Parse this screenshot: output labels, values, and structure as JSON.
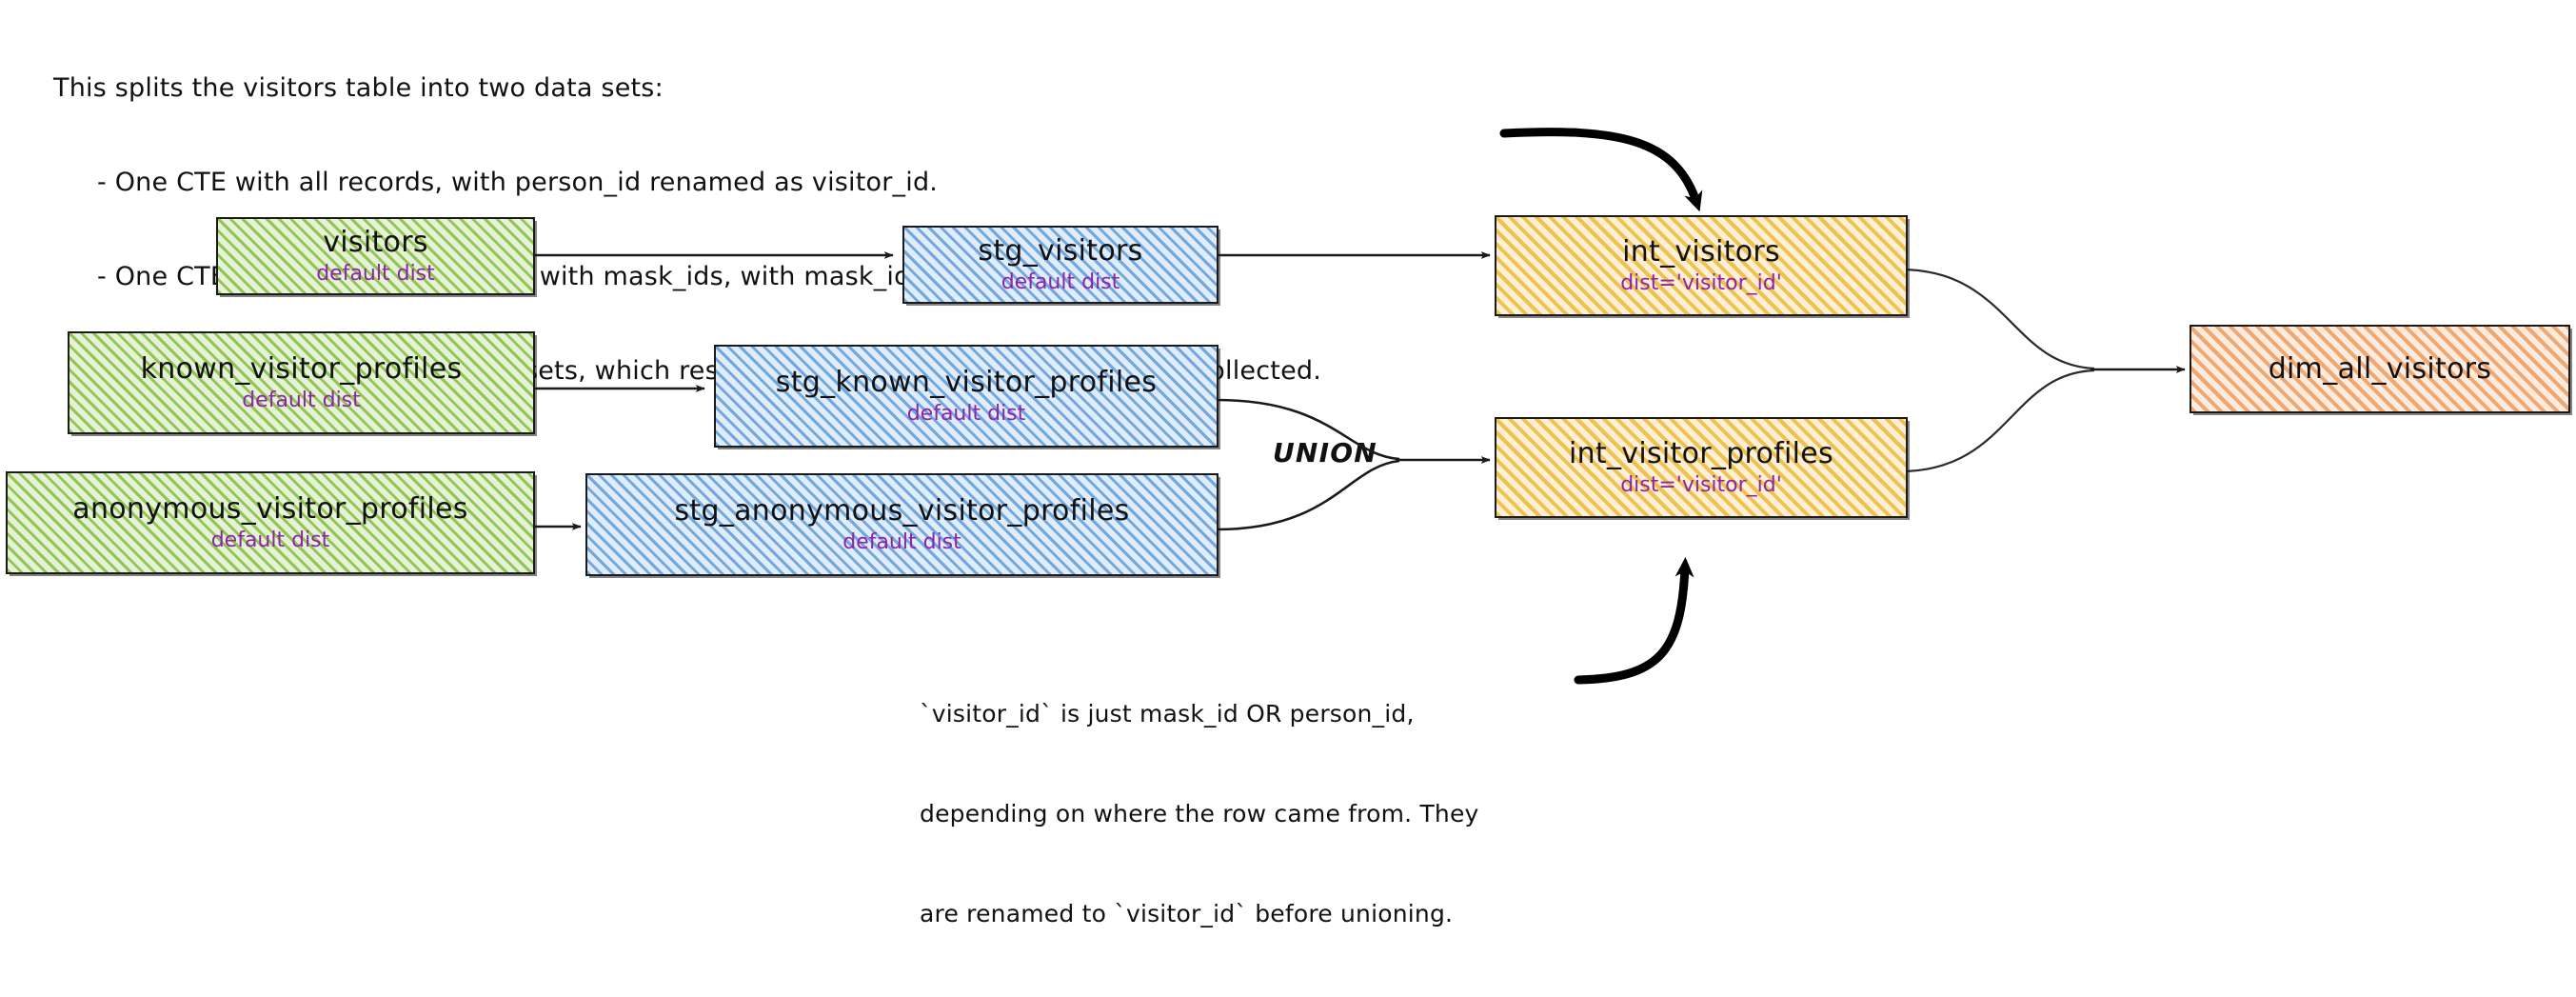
{
  "header_note": {
    "lines": [
      "This splits the visitors table into two data sets:",
      "- One CTE with all records, with person_id renamed as visitor_id.",
      "- One CTE filtered to only records with mask_ids, with mask_id renamed as visitor_id",
      "- One CTE to union the two data sets, which results in a grain of one row per profile collected."
    ]
  },
  "bottom_note": {
    "lines": [
      "`visitor_id` is just mask_id OR person_id,",
      "depending on where the row came from. They",
      "are renamed to `visitor_id` before unioning."
    ]
  },
  "union_label": "UNION",
  "colors": {
    "source": "#8CC34A",
    "staging": "#64A0DC",
    "intermediate": "#F0BE46",
    "mart": "#F0A064",
    "subtitle": "#8E24AA",
    "stroke": "#1A1A1A"
  },
  "nodes": {
    "visitors": {
      "title": "visitors",
      "sub": "default dist"
    },
    "known": {
      "title": "known_visitor_profiles",
      "sub": "default dist"
    },
    "anonymous": {
      "title": "anonymous_visitor_profiles",
      "sub": "default dist"
    },
    "stg_visitors": {
      "title": "stg_visitors",
      "sub": "default dist"
    },
    "stg_known": {
      "title": "stg_known_visitor_profiles",
      "sub": "default dist"
    },
    "stg_anonymous": {
      "title": "stg_anonymous_visitor_profiles",
      "sub": "default dist"
    },
    "int_visitors": {
      "title": "int_visitors",
      "sub": "dist='visitor_id'"
    },
    "int_profiles": {
      "title": "int_visitor_profiles",
      "sub": "dist='visitor_id'"
    },
    "dim_all": {
      "title": "dim_all_visitors",
      "sub": ""
    }
  }
}
